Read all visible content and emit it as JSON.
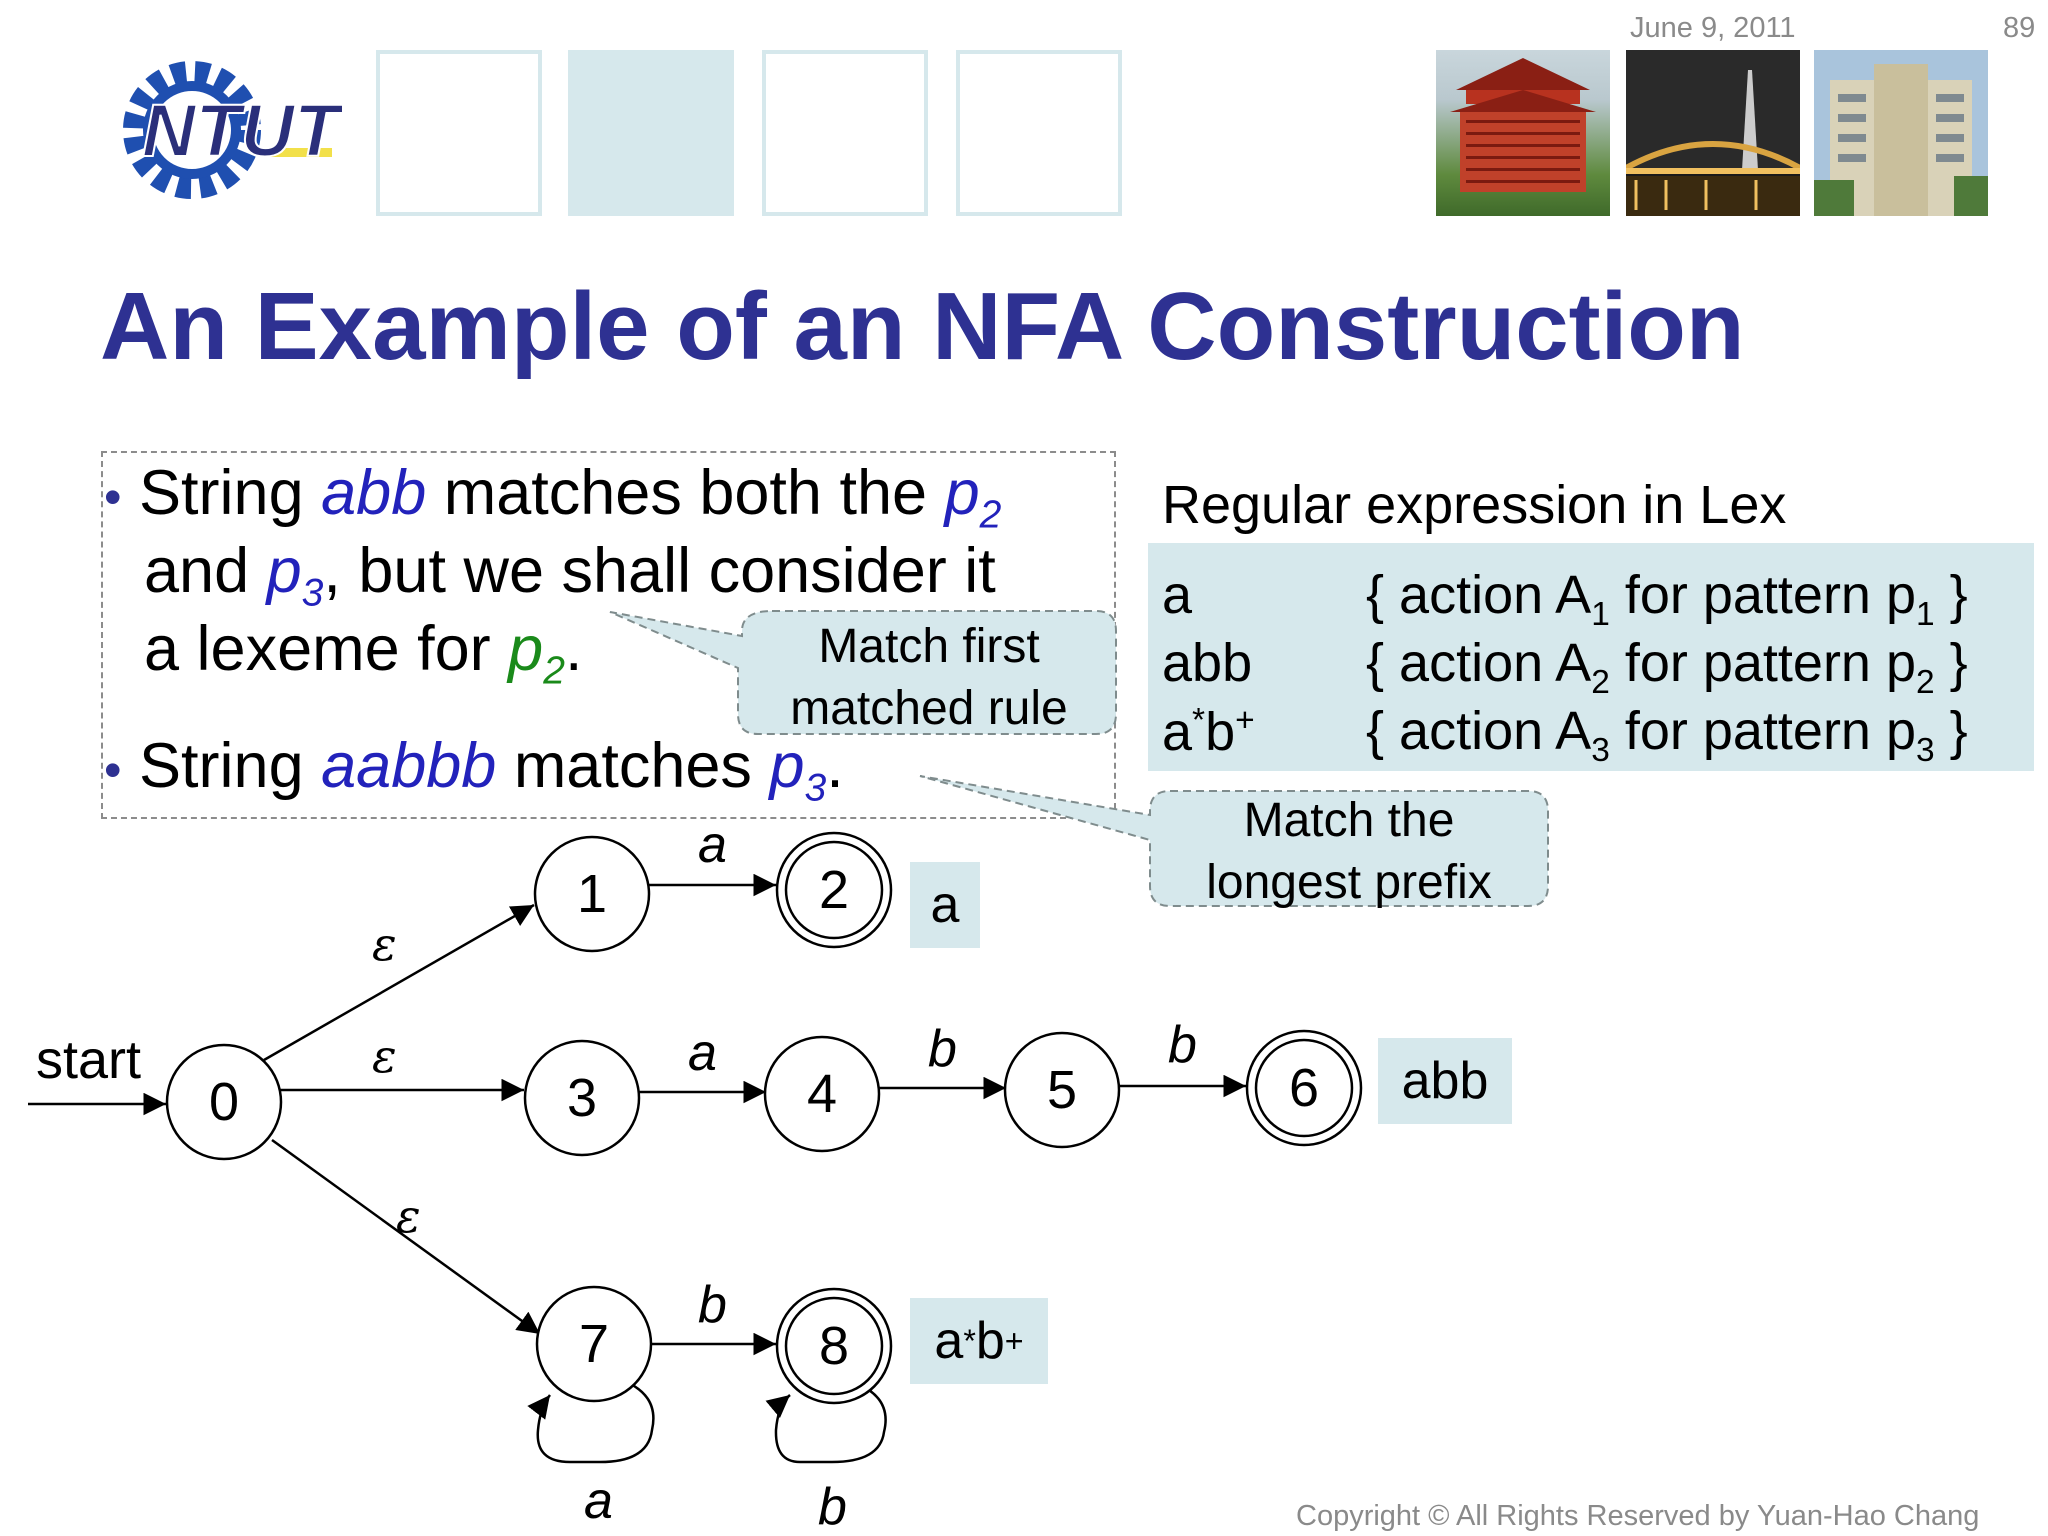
{
  "header": {
    "date": "June 9, 2011",
    "page_number": "89",
    "logo_text": "NTUT"
  },
  "title": "An Example of an NFA Construction",
  "bullets": {
    "b1_l1": [
      "String ",
      "abb",
      " matches both the ",
      "p",
      "2"
    ],
    "b1_l2": [
      "and ",
      "p",
      "3",
      ", but we shall consider it"
    ],
    "b1_l3": [
      "a lexeme for ",
      "p",
      "2",
      "."
    ],
    "b2": [
      "String ",
      "aabbb",
      " matches ",
      "p",
      "3",
      "."
    ]
  },
  "callouts": {
    "first": [
      "Match first",
      "matched rule"
    ],
    "longest": [
      "Match the",
      "longest prefix"
    ]
  },
  "regex": {
    "heading": "Regular expression in Lex",
    "rows": [
      {
        "pattern": "a",
        "sup1": "",
        "mid": "",
        "sup2": "",
        "action_pre": "{ action A",
        "action_sub": "1",
        "action_mid": " for pattern p",
        "pattern_sub": "1",
        "action_end": " }"
      },
      {
        "pattern": "abb",
        "sup1": "",
        "mid": "",
        "sup2": "",
        "action_pre": "{ action A",
        "action_sub": "2",
        "action_mid": " for pattern p",
        "pattern_sub": "2",
        "action_end": " }"
      },
      {
        "pattern": "a",
        "sup1": "*",
        "mid": "b",
        "sup2": "+",
        "action_pre": "{ action A",
        "action_sub": "3",
        "action_mid": " for pattern p",
        "pattern_sub": "3",
        "action_end": " }"
      }
    ]
  },
  "nfa": {
    "start_label": "start",
    "states": [
      "0",
      "1",
      "2",
      "3",
      "4",
      "5",
      "6",
      "7",
      "8"
    ],
    "accepting": [
      "2",
      "6",
      "8"
    ],
    "transitions": [
      {
        "from": "0",
        "to": "1",
        "label": "ε"
      },
      {
        "from": "0",
        "to": "3",
        "label": "ε"
      },
      {
        "from": "0",
        "to": "7",
        "label": "ε"
      },
      {
        "from": "1",
        "to": "2",
        "label": "a"
      },
      {
        "from": "3",
        "to": "4",
        "label": "a"
      },
      {
        "from": "4",
        "to": "5",
        "label": "b"
      },
      {
        "from": "5",
        "to": "6",
        "label": "b"
      },
      {
        "from": "7",
        "to": "8",
        "label": "b"
      },
      {
        "from": "7",
        "to": "7",
        "label": "a"
      },
      {
        "from": "8",
        "to": "8",
        "label": "b"
      }
    ],
    "accept_labels": {
      "s2": "a",
      "s6": "abb",
      "s8_base": "a",
      "s8_sup1": "*",
      "s8_mid": "b",
      "s8_sup2": "+"
    }
  },
  "footer": {
    "copyright": "Copyright © All Rights Reserved by Yuan-Hao Chang"
  },
  "colors": {
    "title": "#2e3192",
    "italic_blue": "#2222bb",
    "italic_green": "#1a8a1a",
    "light_box": "#d6e8ec",
    "gray_text": "#8a8a8a"
  }
}
